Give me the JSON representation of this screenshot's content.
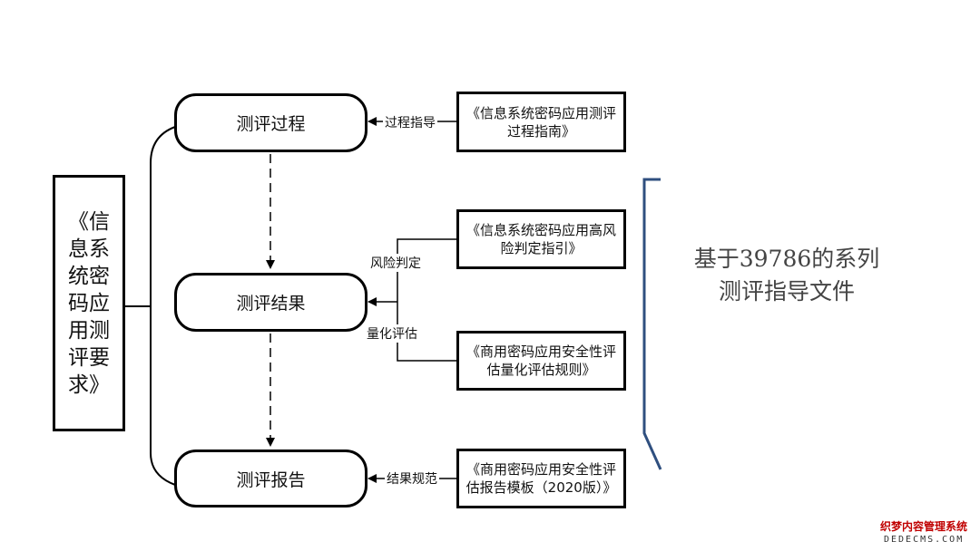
{
  "left_box": {
    "text": "《信\n息系\n统密\n码应\n用测\n评要\n求》"
  },
  "stages": {
    "process": "测评过程",
    "result": "测评结果",
    "report": "测评报告"
  },
  "sources": {
    "process_guide": "《信息系统密码应用测评\n过程指南》",
    "high_risk": "《信息系统密码应用高风\n险判定指引》",
    "quant_eval": "《商用密码应用安全性评\n估量化评估规则》",
    "report_template": "《商用密码应用安全性评\n估报告模板（2020版）》"
  },
  "edge_labels": {
    "process_guide": "过程指导",
    "risk": "风险判定",
    "quant": "量化评估",
    "report_norm": "结果规范"
  },
  "note": "基于39786的系列\n测评指导文件",
  "watermark": {
    "line1": "织梦内容管理系统",
    "line2": "DEDECMS.COM"
  }
}
